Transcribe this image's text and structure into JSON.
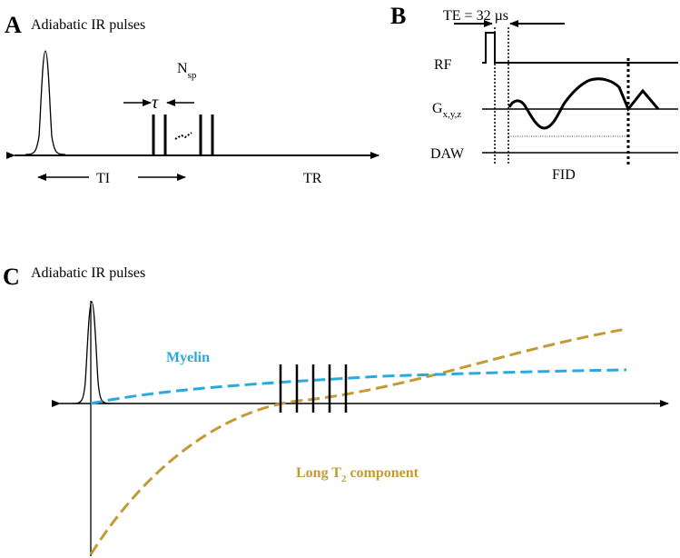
{
  "panel_a": {
    "letter": "A",
    "title": "Adiabatic IR pulses",
    "nsp_main": "N",
    "nsp_sub": "sp",
    "tau": "τ",
    "ti": "TI",
    "tr": "TR"
  },
  "panel_b": {
    "letter": "B",
    "te": "TE = 32 µs",
    "rf": "RF",
    "g_main": "G",
    "g_sub": "x,y,z",
    "daw": "DAW",
    "fid": "FID"
  },
  "panel_c": {
    "letter": "C",
    "title": "Adiabatic IR pulses",
    "myelin": "Myelin",
    "long_main": "Long T",
    "long_sub": "2",
    "long_tail": " component"
  },
  "colors": {
    "myelin": "#2aa9e0",
    "long_t2": "#c49a35",
    "line": "#000000"
  }
}
